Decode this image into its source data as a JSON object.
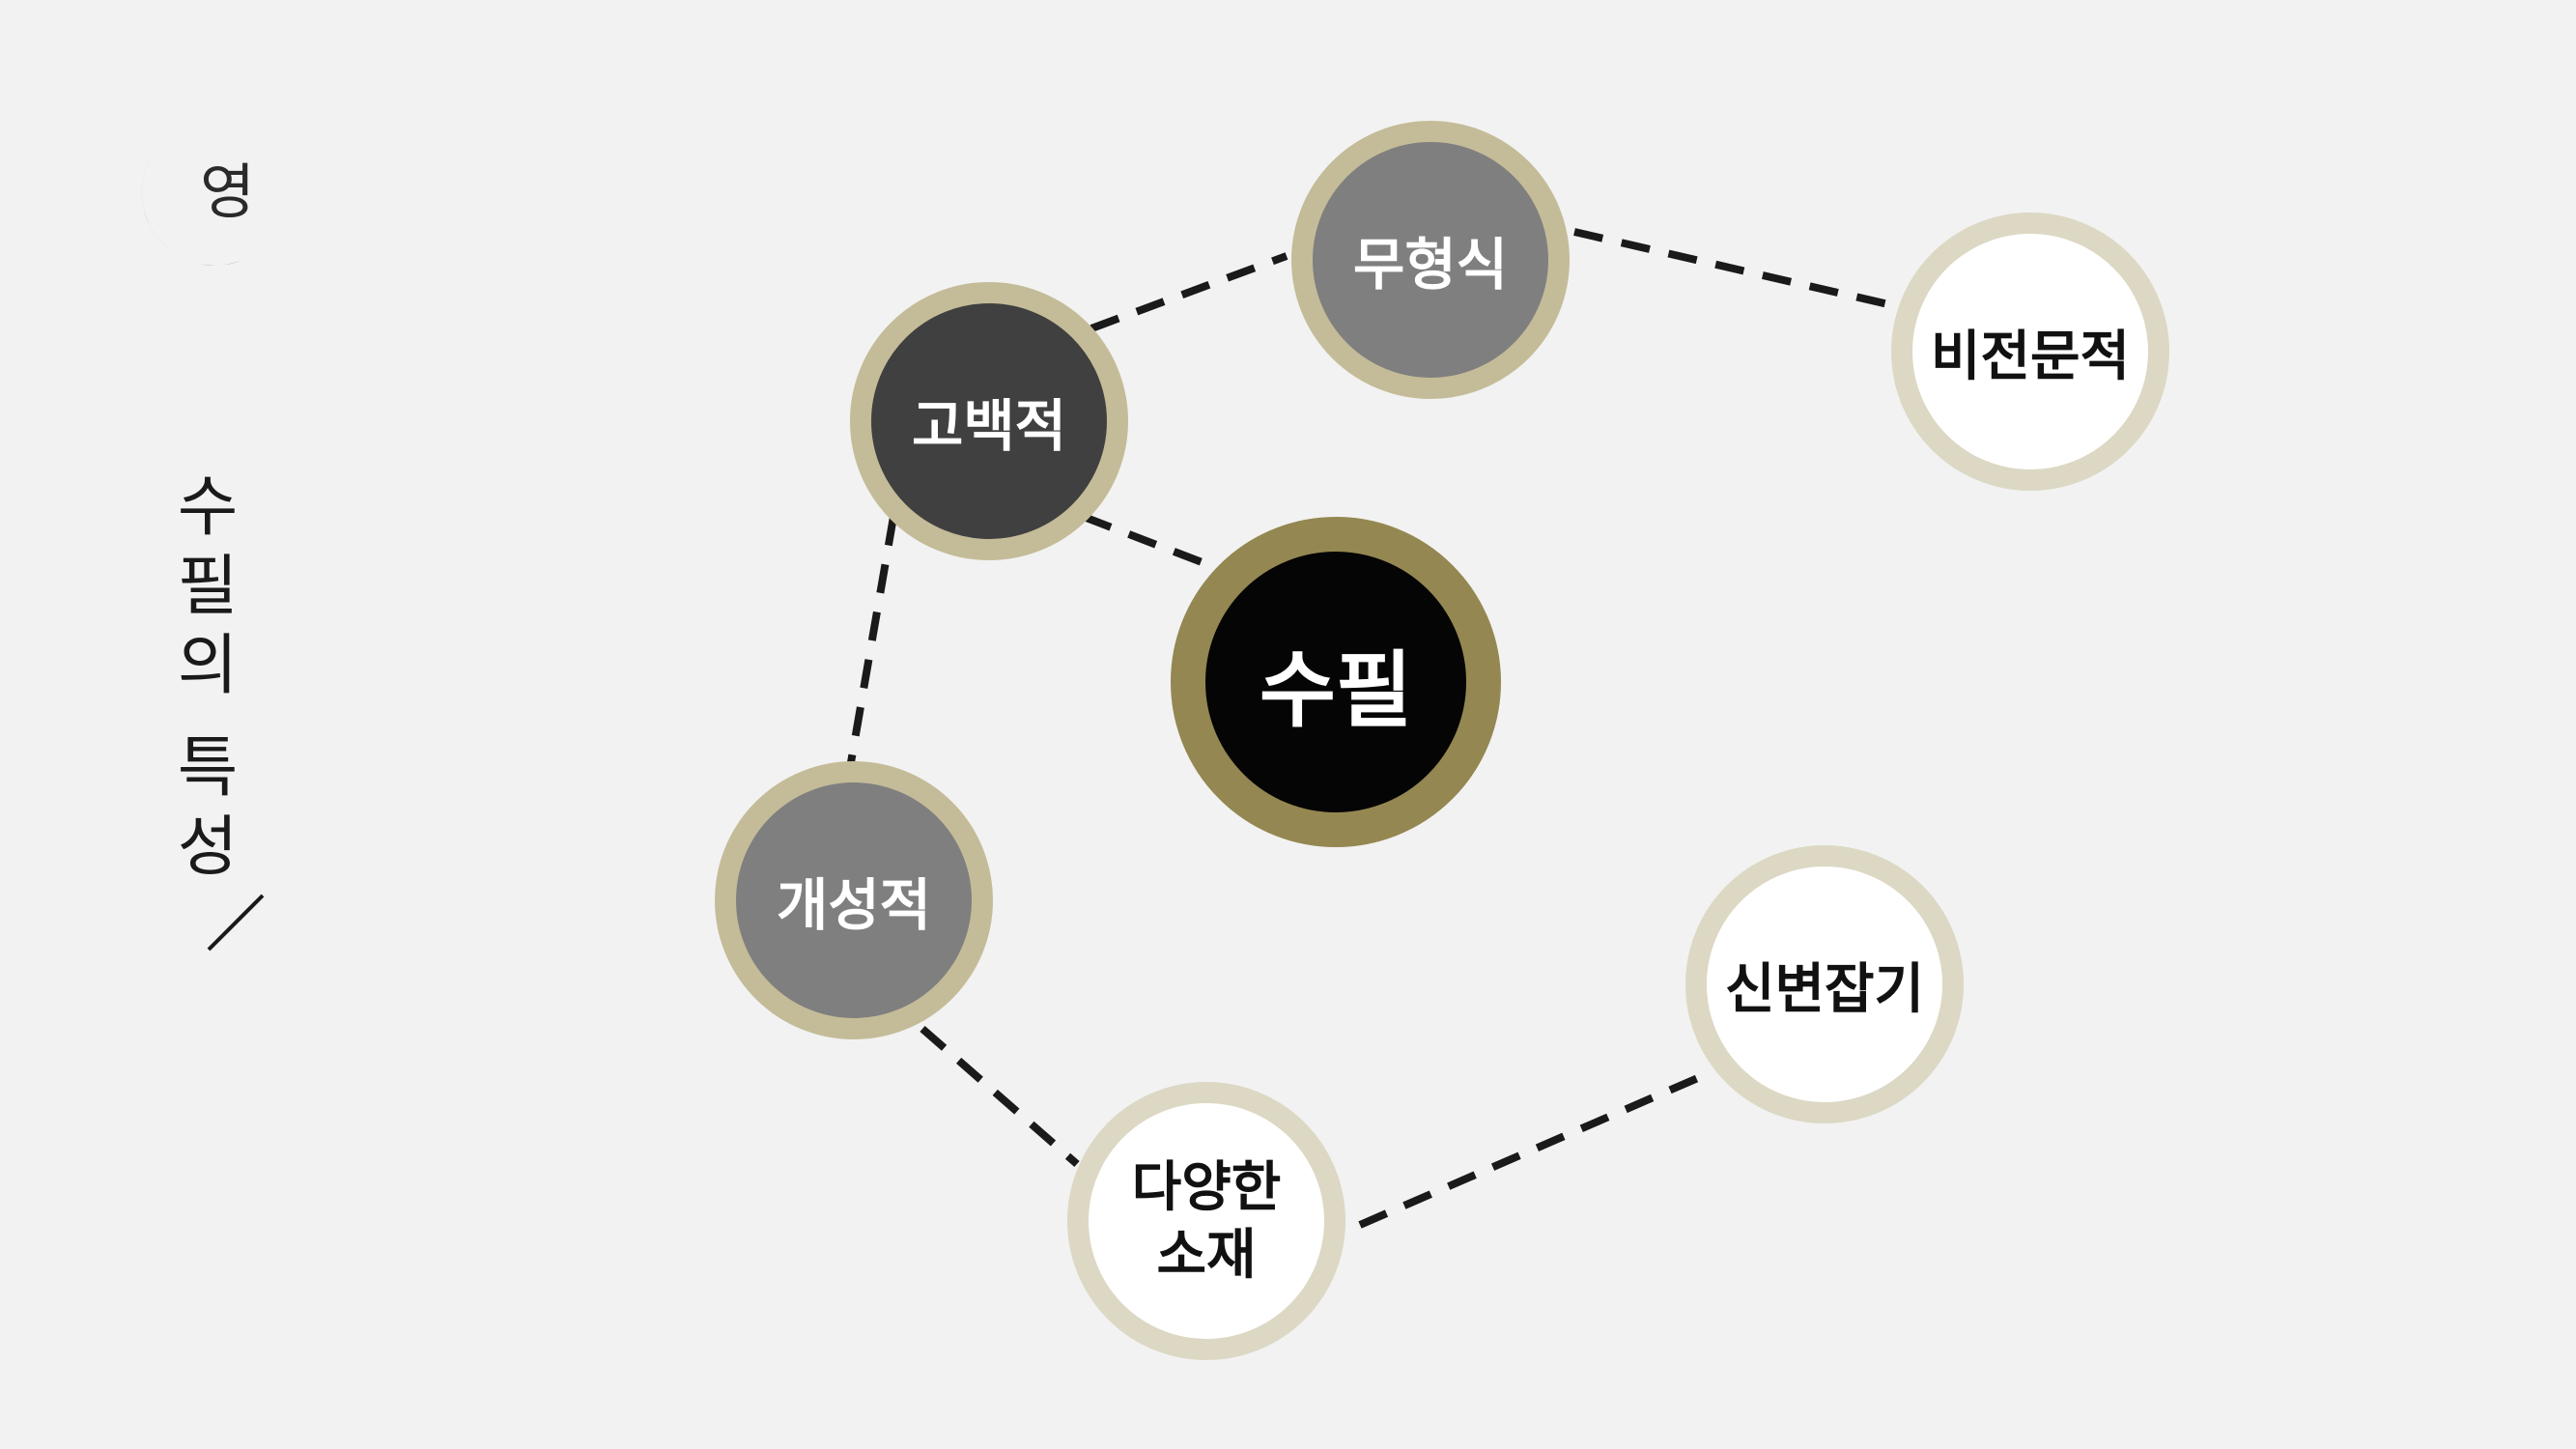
{
  "logo": {
    "char": "영"
  },
  "title": {
    "chars": [
      "수",
      "필",
      "의",
      "",
      "특",
      "성"
    ]
  },
  "colors": {
    "background": "#f2f2f2",
    "navy": "#1e2a44",
    "gold_ring": "#c4bc98",
    "olive_ring": "#948751",
    "white_ring": "#dcd8c4",
    "dark_fill": "#404040",
    "gray_fill": "#7f7f7f",
    "black_fill": "#050505",
    "white_fill": "#ffffff"
  },
  "nodes": {
    "center": "수필",
    "gobaek": "고백적",
    "muhyeong": "무형식",
    "bijeonmun": "비전문적",
    "gaeseong": "개성적",
    "sinbyeon": "신변잡기",
    "dayang": "다양한\n소재"
  }
}
